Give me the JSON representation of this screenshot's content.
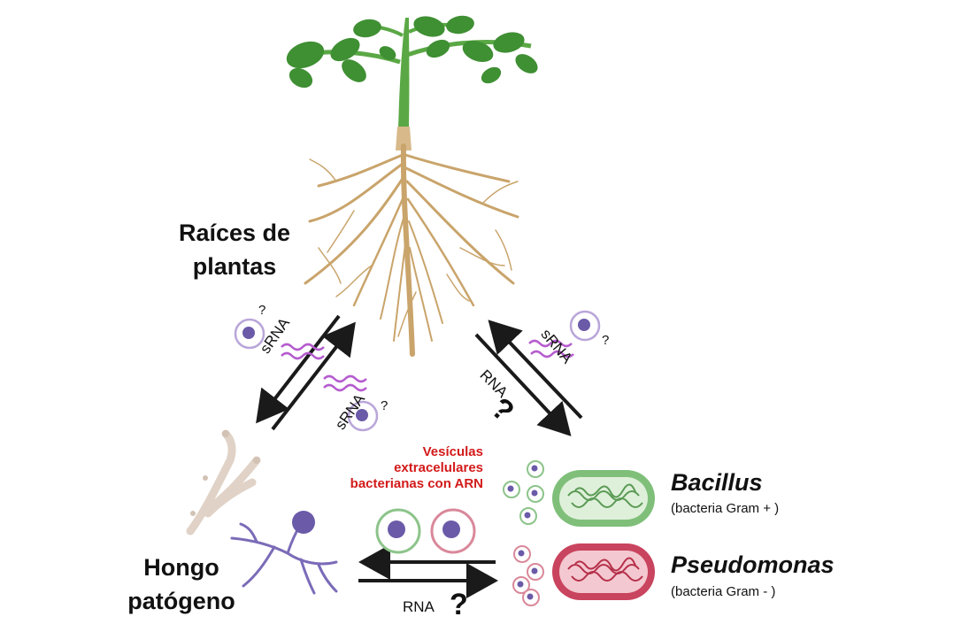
{
  "labels": {
    "roots": [
      "Raíces de",
      "plantas"
    ],
    "fungus": [
      "Hongo",
      "patógeno"
    ],
    "bacillus_name": "Bacillus",
    "bacillus_desc": "(bacteria Gram + )",
    "pseudomonas_name": "Pseudomonas",
    "pseudomonas_desc": "(bacteria Gram - )",
    "vesicles": [
      "Vesículas",
      "extracelulares",
      "bacterianas con ARN"
    ],
    "srna_left_top": "sRNA",
    "srna_left_bottom": "sRNA",
    "srna_right": "sRNA",
    "rna_right": "RNA",
    "rna_bottom": "RNA",
    "question": "?",
    "small_question": "?"
  },
  "colors": {
    "stem": "#5aa845",
    "leaf": "#3f8f33",
    "root": "#c9a46b",
    "fungus_purple": "#6b5aa8",
    "hyphae_beige": "#e0d2c6",
    "bacillus_green": "#7fbf7a",
    "pseudomonas_red": "#c9445e",
    "srna_purple": "#b55ccf",
    "vesicle_border": "#b9a6d9",
    "vesicles_text": "#d31a1a"
  }
}
